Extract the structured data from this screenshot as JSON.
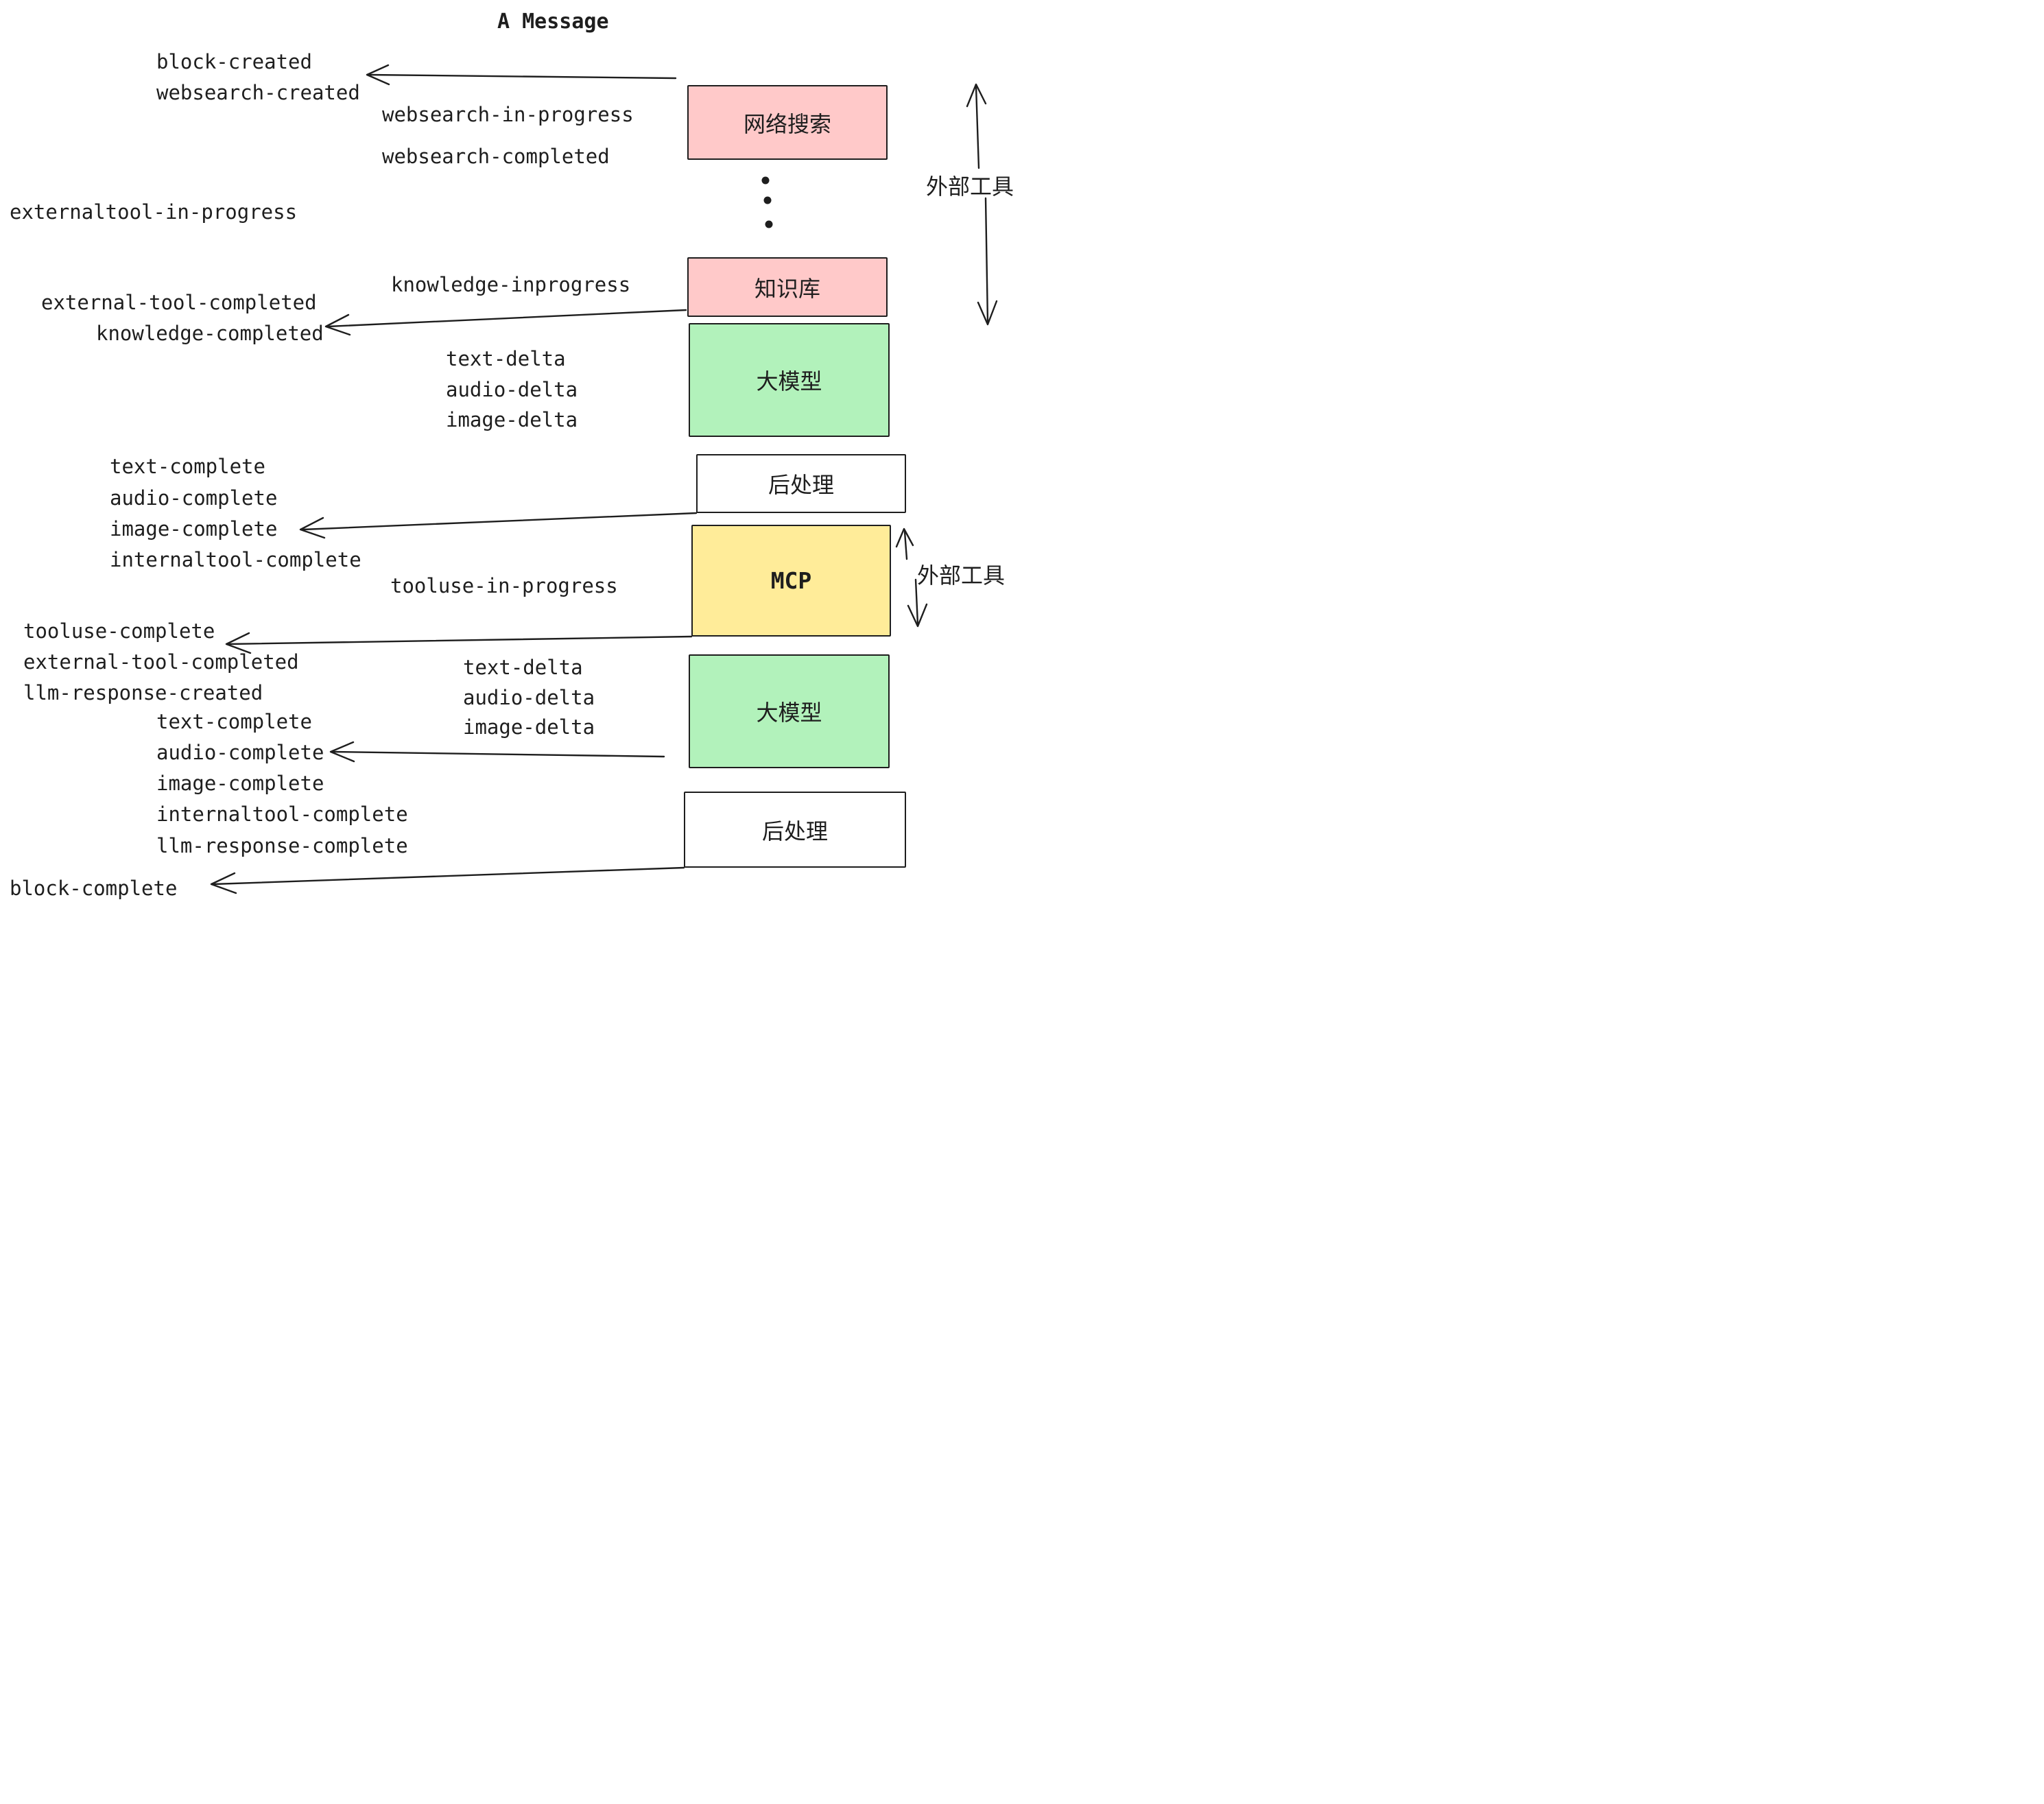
{
  "title": "A Message",
  "colors": {
    "ink": "#1e1e1e",
    "pink": "#ffc9c9",
    "green": "#b2f2bb",
    "yellow": "#ffec99",
    "white": "#ffffff"
  },
  "events": [
    "block-created",
    "websearch-created",
    "websearch-in-progress",
    "websearch-completed",
    "externaltool-in-progress",
    "knowledge-inprogress",
    "external-tool-completed",
    "knowledge-completed",
    "text-delta",
    "audio-delta",
    "image-delta",
    "text-complete",
    "audio-complete",
    "image-complete",
    "internaltool-complete",
    "tooluse-in-progress",
    "tooluse-complete",
    "external-tool-completed",
    "llm-response-created",
    "text-complete",
    "audio-complete",
    "image-complete",
    "internaltool-complete",
    "llm-response-complete",
    "block-complete",
    "text-delta",
    "audio-delta",
    "image-delta"
  ],
  "boxes": [
    {
      "label": "网络搜索",
      "bg": "#ffc9c9"
    },
    {
      "label": "知识库",
      "bg": "#ffc9c9"
    },
    {
      "label": "大模型",
      "bg": "#b2f2bb"
    },
    {
      "label": "后处理",
      "bg": "#ffffff"
    },
    {
      "label": "MCP",
      "bg": "#ffec99"
    },
    {
      "label": "大模型",
      "bg": "#b2f2bb"
    },
    {
      "label": "后处理",
      "bg": "#ffffff"
    }
  ],
  "side_labels": [
    {
      "text": "外部工具"
    },
    {
      "text": "外部工具"
    }
  ],
  "icons": {
    "vertical_ellipsis": "vertical-ellipsis-icon",
    "arrows": "hand-drawn open-head arrows"
  }
}
